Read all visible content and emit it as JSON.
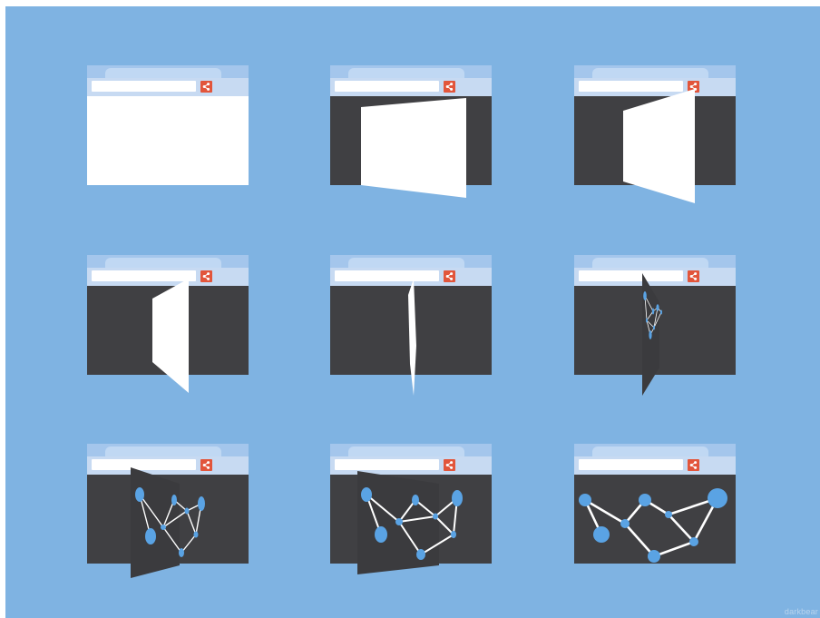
{
  "illustration": {
    "background_color": "#7fb3e2",
    "panel_count": 9,
    "panels": [
      {
        "label": "",
        "state": "blank-page"
      },
      {
        "label": "",
        "state": "page-folding"
      },
      {
        "label": "",
        "state": "page-folding"
      },
      {
        "label": "",
        "state": "page-folding"
      },
      {
        "label": "",
        "state": "page-edge-on"
      },
      {
        "label": "",
        "state": "network-emerging"
      },
      {
        "label": "",
        "state": "network-unfolding"
      },
      {
        "label": "",
        "state": "network-unfolding"
      },
      {
        "label": "",
        "state": "network-complete"
      }
    ],
    "colors": {
      "tab_bar": "#a4c6ec",
      "toolbar": "#c7daf2",
      "page": "#ffffff",
      "dark_content": "#404043",
      "share_button": "#e2553b",
      "node": "#5aa3e4"
    },
    "icons": [
      "share-icon"
    ]
  },
  "watermark": {
    "text": "darkbear"
  }
}
